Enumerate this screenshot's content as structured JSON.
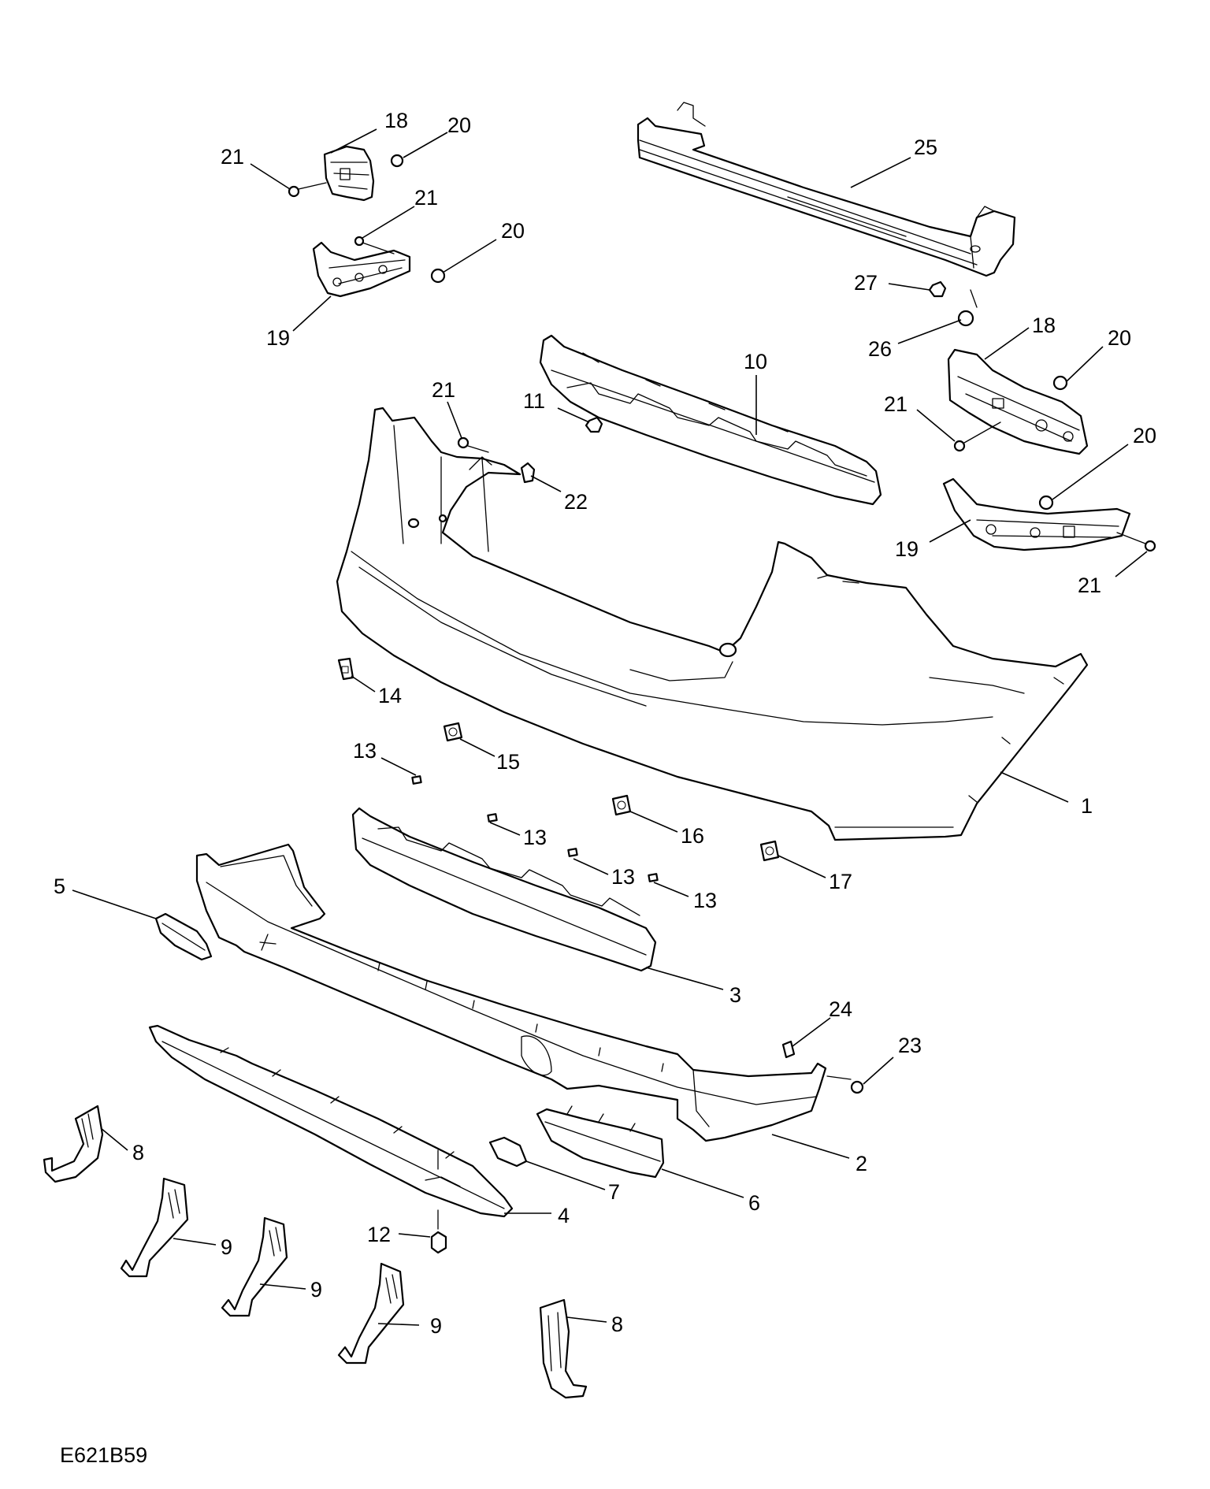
{
  "diagram": {
    "reference_code": "E621B59",
    "callouts": [
      {
        "id": "c1",
        "label": "1"
      },
      {
        "id": "c2",
        "label": "2"
      },
      {
        "id": "c3",
        "label": "3"
      },
      {
        "id": "c4",
        "label": "4"
      },
      {
        "id": "c5",
        "label": "5"
      },
      {
        "id": "c6",
        "label": "6"
      },
      {
        "id": "c7",
        "label": "7"
      },
      {
        "id": "c8a",
        "label": "8"
      },
      {
        "id": "c8b",
        "label": "8"
      },
      {
        "id": "c9a",
        "label": "9"
      },
      {
        "id": "c9b",
        "label": "9"
      },
      {
        "id": "c9c",
        "label": "9"
      },
      {
        "id": "c10",
        "label": "10"
      },
      {
        "id": "c11",
        "label": "11"
      },
      {
        "id": "c12",
        "label": "12"
      },
      {
        "id": "c13a",
        "label": "13"
      },
      {
        "id": "c13b",
        "label": "13"
      },
      {
        "id": "c13c",
        "label": "13"
      },
      {
        "id": "c13d",
        "label": "13"
      },
      {
        "id": "c14",
        "label": "14"
      },
      {
        "id": "c15",
        "label": "15"
      },
      {
        "id": "c16",
        "label": "16"
      },
      {
        "id": "c17",
        "label": "17"
      },
      {
        "id": "c18a",
        "label": "18"
      },
      {
        "id": "c18b",
        "label": "18"
      },
      {
        "id": "c19a",
        "label": "19"
      },
      {
        "id": "c19b",
        "label": "19"
      },
      {
        "id": "c20a",
        "label": "20"
      },
      {
        "id": "c20b",
        "label": "20"
      },
      {
        "id": "c20c",
        "label": "20"
      },
      {
        "id": "c20d",
        "label": "20"
      },
      {
        "id": "c21a",
        "label": "21"
      },
      {
        "id": "c21b",
        "label": "21"
      },
      {
        "id": "c21c",
        "label": "21"
      },
      {
        "id": "c21d",
        "label": "21"
      },
      {
        "id": "c21e",
        "label": "21"
      },
      {
        "id": "c22",
        "label": "22"
      },
      {
        "id": "c23",
        "label": "23"
      },
      {
        "id": "c24",
        "label": "24"
      },
      {
        "id": "c25",
        "label": "25"
      },
      {
        "id": "c26",
        "label": "26"
      },
      {
        "id": "c27",
        "label": "27"
      }
    ]
  }
}
